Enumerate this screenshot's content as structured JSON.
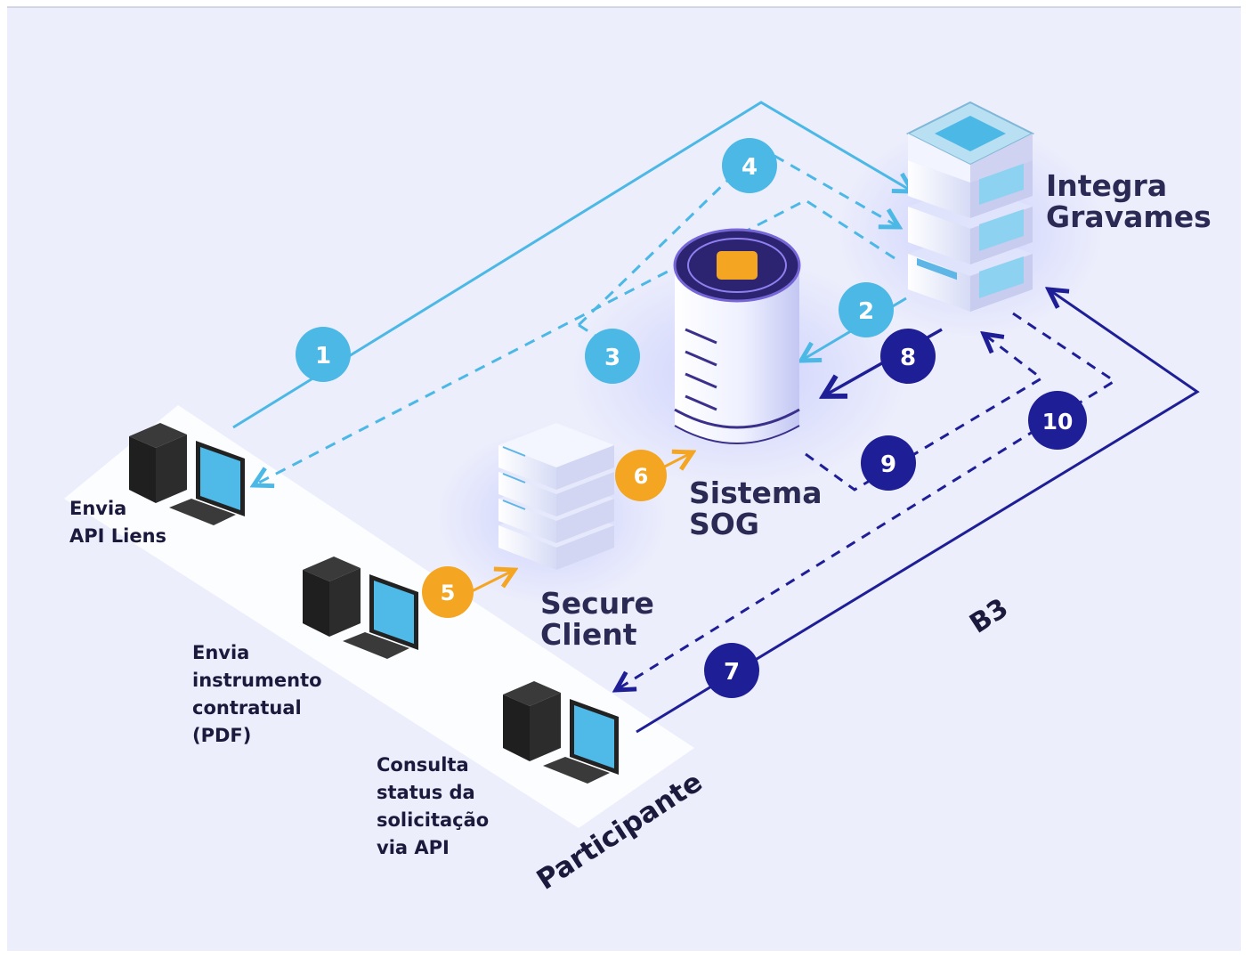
{
  "labels": {
    "envia_api": "Envia\nAPI Liens",
    "envia_instrumento": "Envia\ninstrumento\ncontratual\n(PDF)",
    "consulta_status": "Consulta\nstatus da\nsolicitação\nvia API",
    "participante": "Participante",
    "b3": "B3",
    "secure_client": "Secure\nClient",
    "sistema_sog": "Sistema\nSOG",
    "integra_gravames": "Integra\nGravames"
  },
  "steps": [
    "1",
    "2",
    "3",
    "4",
    "5",
    "6",
    "7",
    "8",
    "9",
    "10"
  ],
  "colors": {
    "light_blue": "#4bb8e6",
    "orange": "#f4a623",
    "navy": "#1e1e96",
    "text": "#1b1a3d",
    "background": "#eceefc"
  }
}
